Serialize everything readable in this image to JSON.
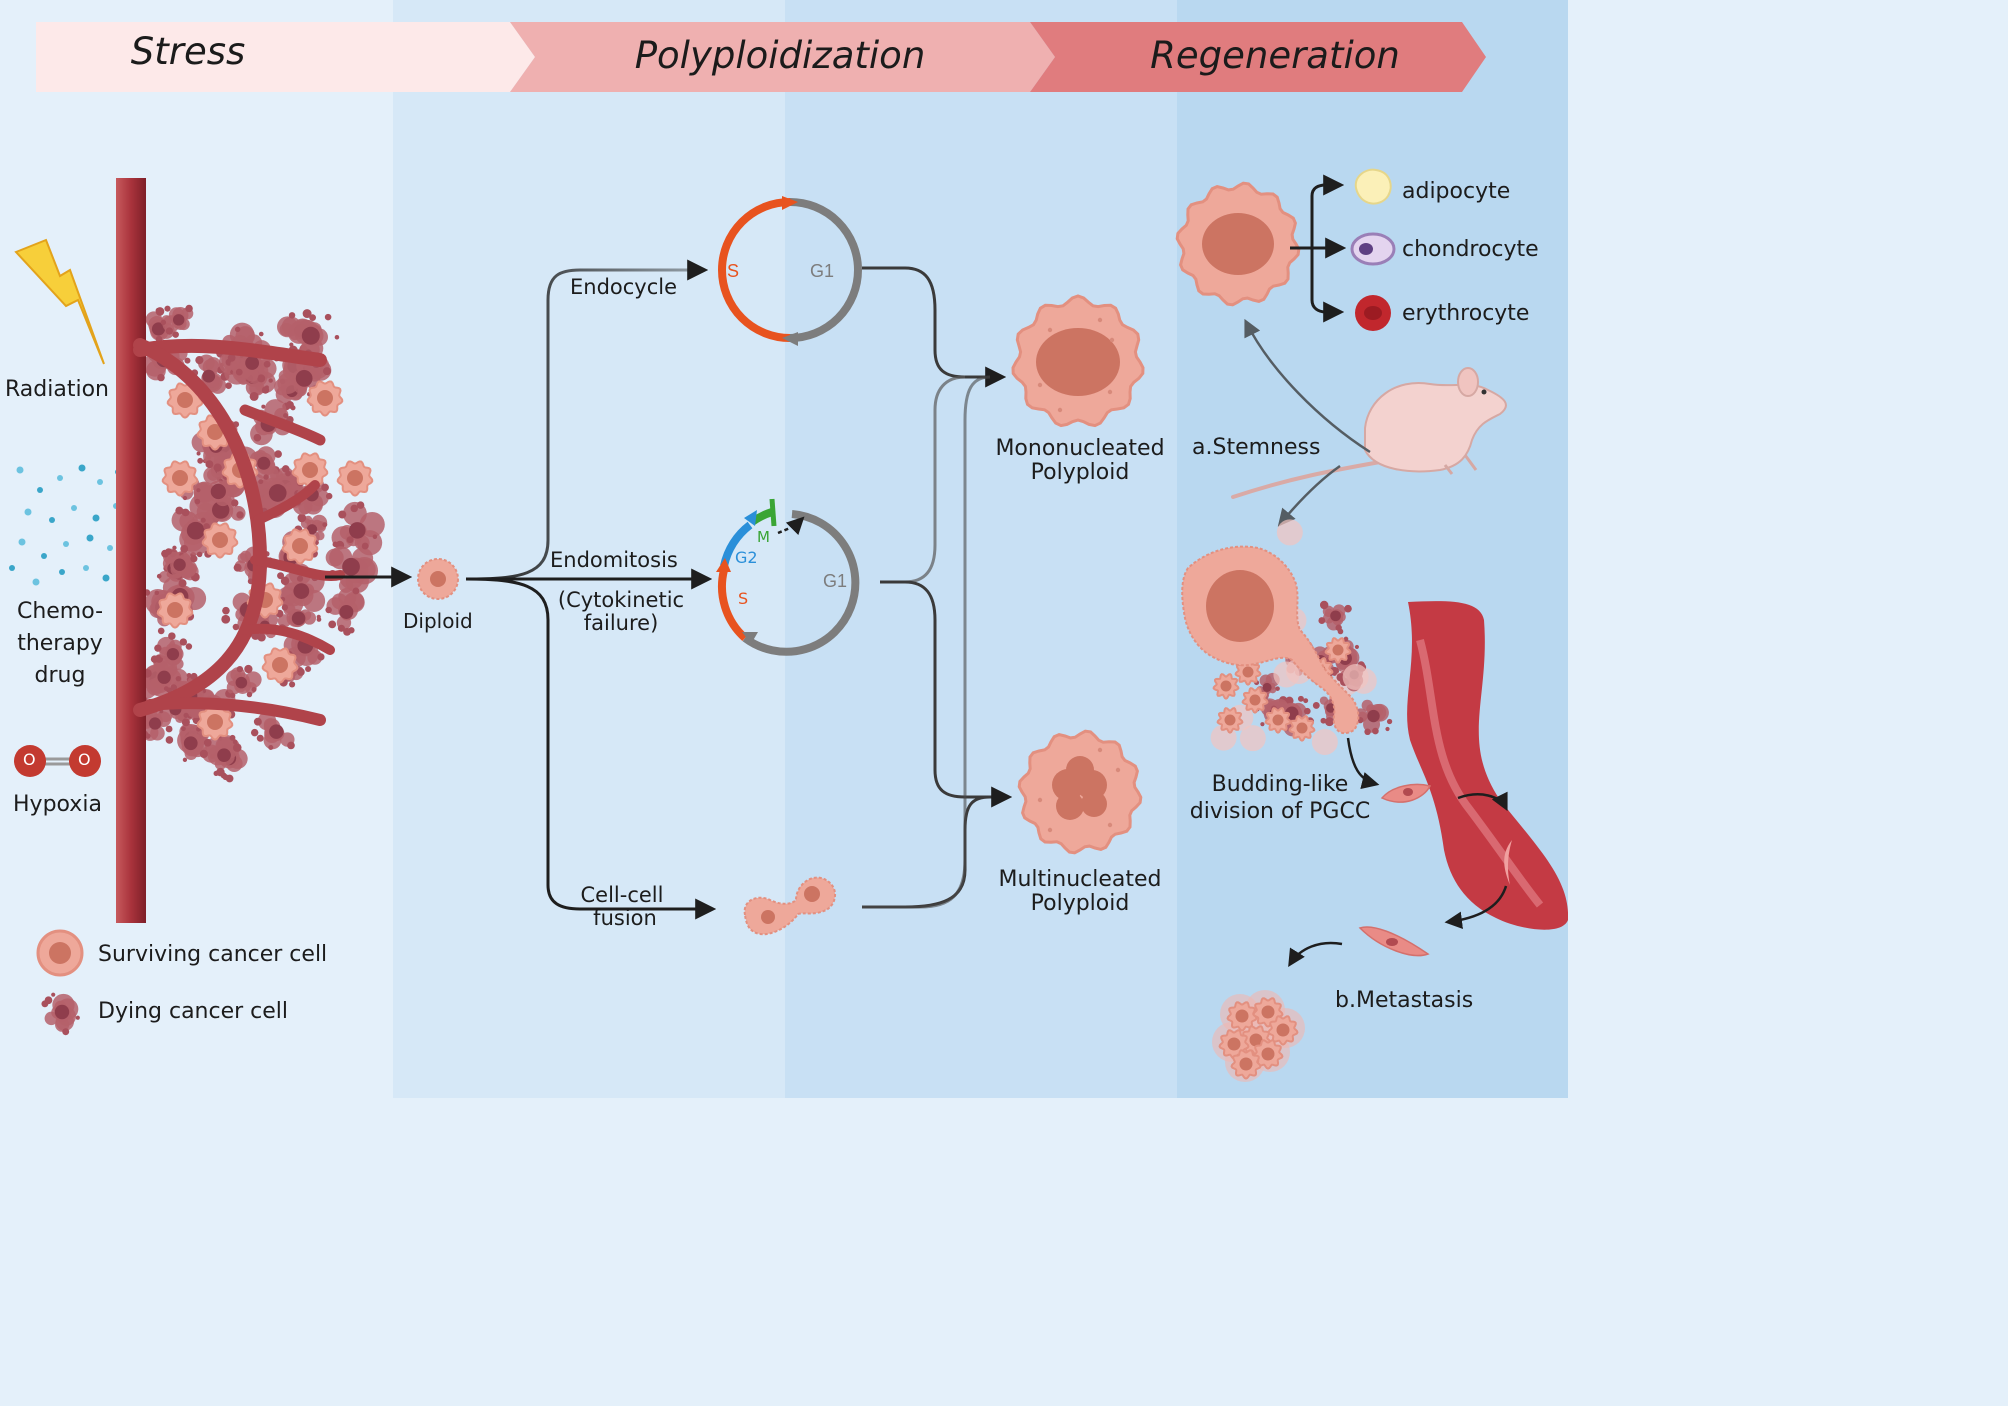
{
  "stages": [
    "Stress",
    "Polyploidization",
    "Regeneration"
  ],
  "stress": {
    "radiation": "Radiation",
    "chemo": [
      "Chemo-",
      "therapy",
      "drug"
    ],
    "hypoxia": "Hypoxia",
    "o2_letter": "O"
  },
  "legend": {
    "surviving": "Surviving cancer cell",
    "dying": "Dying cancer cell"
  },
  "diploid": "Diploid",
  "paths": {
    "endocycle": "Endocycle",
    "endomitosis": "Endomitosis",
    "cytokinetic": [
      "(Cytokinetic",
      "failure)"
    ],
    "fusion": [
      "Cell-cell",
      "fusion"
    ]
  },
  "cycle": {
    "s": "S",
    "g1": "G1",
    "g2": "G2",
    "m": "M"
  },
  "outcomes": {
    "mono": [
      "Mononucleated",
      "Polyploid"
    ],
    "multi": [
      "Multinucleated",
      "Polyploid"
    ]
  },
  "regeneration": {
    "adipocyte": "adipocyte",
    "chondrocyte": "chondrocyte",
    "erythrocyte": "erythrocyte",
    "stemness": "a.Stemness",
    "budding": [
      "Budding-like",
      "division of PGCC"
    ],
    "metastasis": "b.Metastasis"
  },
  "colors": {
    "vessel": "#b5454a",
    "cell_fill": "#eea89a",
    "nucleus": "#cc7462",
    "dying": "#b5606a",
    "s_phase": "#e8531f",
    "g1_phase": "#7d7d7d",
    "g2_phase": "#2a8fd9",
    "m_phase": "#3aa535",
    "banner1": "#fde9e9",
    "banner2": "#efb0b0",
    "banner3": "#e07c7e"
  }
}
